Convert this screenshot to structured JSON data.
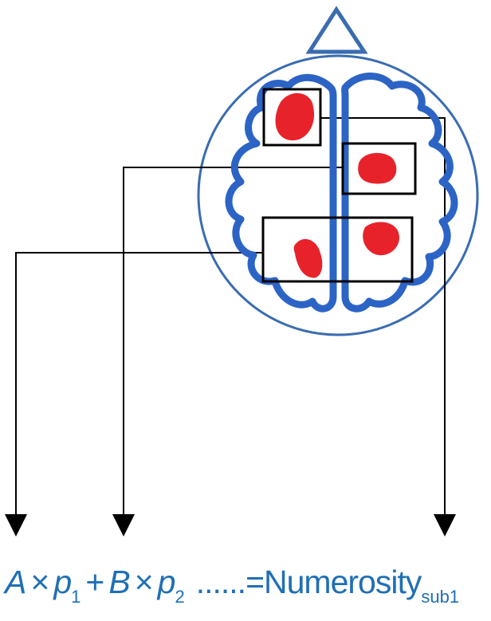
{
  "formula": {
    "term1_var": "A",
    "times1": "×",
    "term1_prob": "p",
    "term1_sub": "1",
    "plus": "+",
    "term2_var": "B",
    "times2": "×",
    "term2_prob": "p",
    "term2_sub": "2",
    "dots": "......",
    "equals": "=",
    "result": "Numerosity",
    "result_sub": "sub1"
  },
  "colors": {
    "outline_blue": "#3a6cb0",
    "brain_blue": "#2c64c6",
    "activation_red": "#e8222a",
    "line_black": "#000000",
    "formula_blue": "#1f6fb5"
  },
  "icons": {
    "head": "triangle-nose-head-icon",
    "brain": "brain-top-view-icon",
    "arrow": "down-arrow-icon"
  }
}
